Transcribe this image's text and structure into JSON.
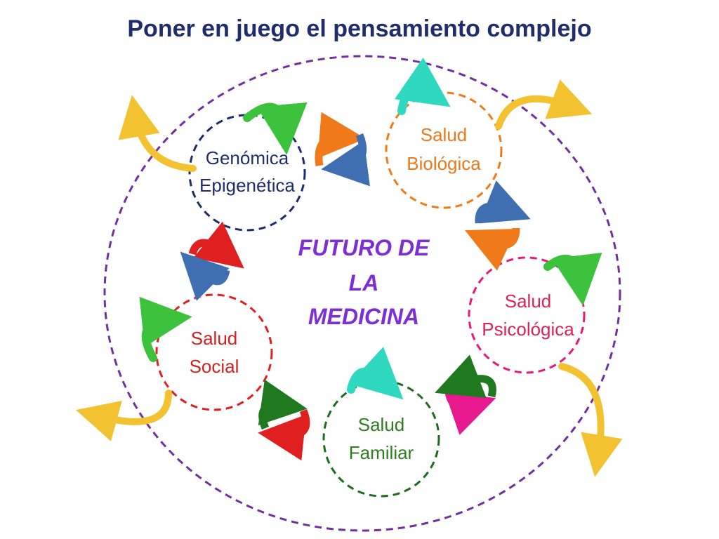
{
  "title": "Poner en juego el pensamiento complejo",
  "center": {
    "line1": "FUTURO DE",
    "line2": "LA",
    "line3": "MEDICINA",
    "color": "#7b2fd4"
  },
  "nodes": {
    "genomica": {
      "line1": "Genómica",
      "line2": "Epigenética",
      "color": "#1f2d6b"
    },
    "biologica": {
      "line1": "Salud",
      "line2": "Biológica",
      "color": "#e8791e"
    },
    "psicologica": {
      "line1": "Salud",
      "line2": "Psicológica",
      "color": "#d9235a"
    },
    "familiar": {
      "line1": "Salud",
      "line2": "Familiar",
      "color": "#2e7d1e"
    },
    "social": {
      "line1": "Salud",
      "line2": "Social",
      "color": "#d42020"
    }
  },
  "outer_circle_color": "#7030a0"
}
